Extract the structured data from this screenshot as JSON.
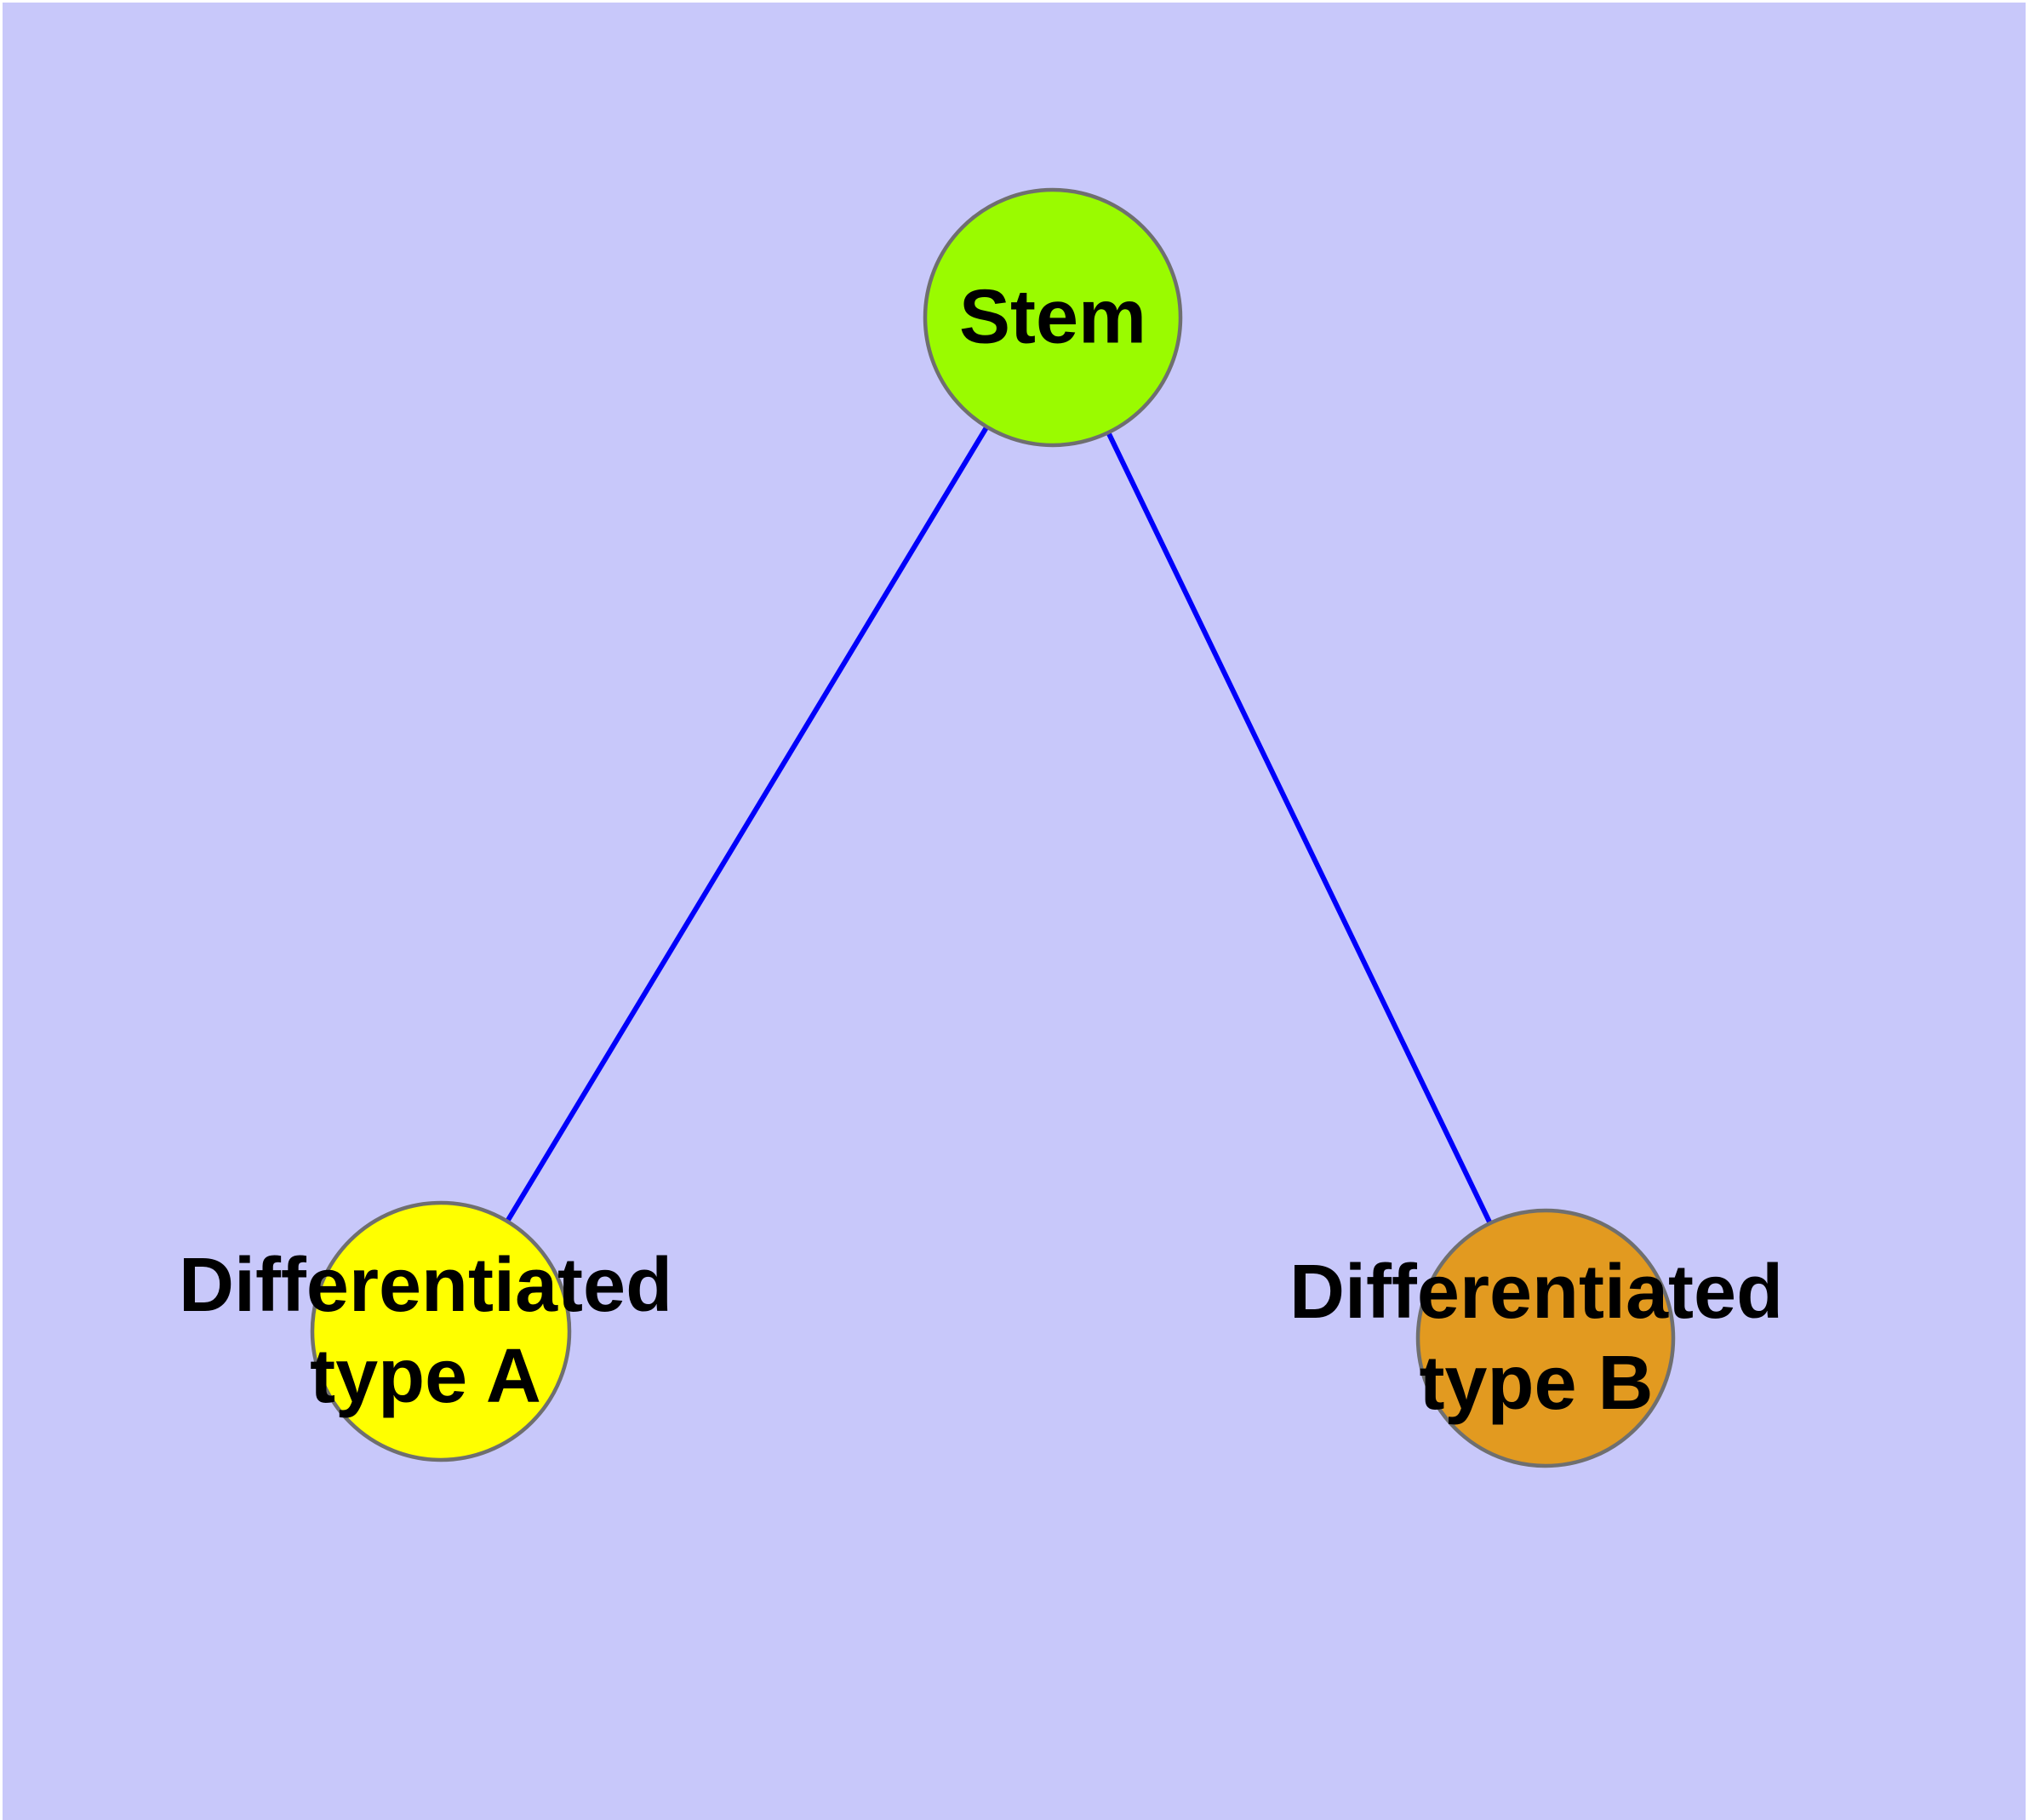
{
  "diagram": {
    "kind": "node-link-graph",
    "background_color": "#C8C8FA",
    "margin_color": "#FFFFFF",
    "node_border_color": "#6F6F6F",
    "edge_color": "#0000FA",
    "label_color": "#000000",
    "nodes": {
      "stem": {
        "label": "Stem",
        "fill": "#9AFB00"
      },
      "type_a": {
        "label_line1": "Differentiated",
        "label_line2": "type A",
        "fill": "#FFFF00"
      },
      "type_b": {
        "label_line1": "Differentiated",
        "label_line2": "type B",
        "fill": "#E29A20"
      }
    },
    "edges": [
      {
        "from": "Stem",
        "to": "Differentiated type A"
      },
      {
        "from": "Stem",
        "to": "Differentiated type B"
      }
    ]
  }
}
